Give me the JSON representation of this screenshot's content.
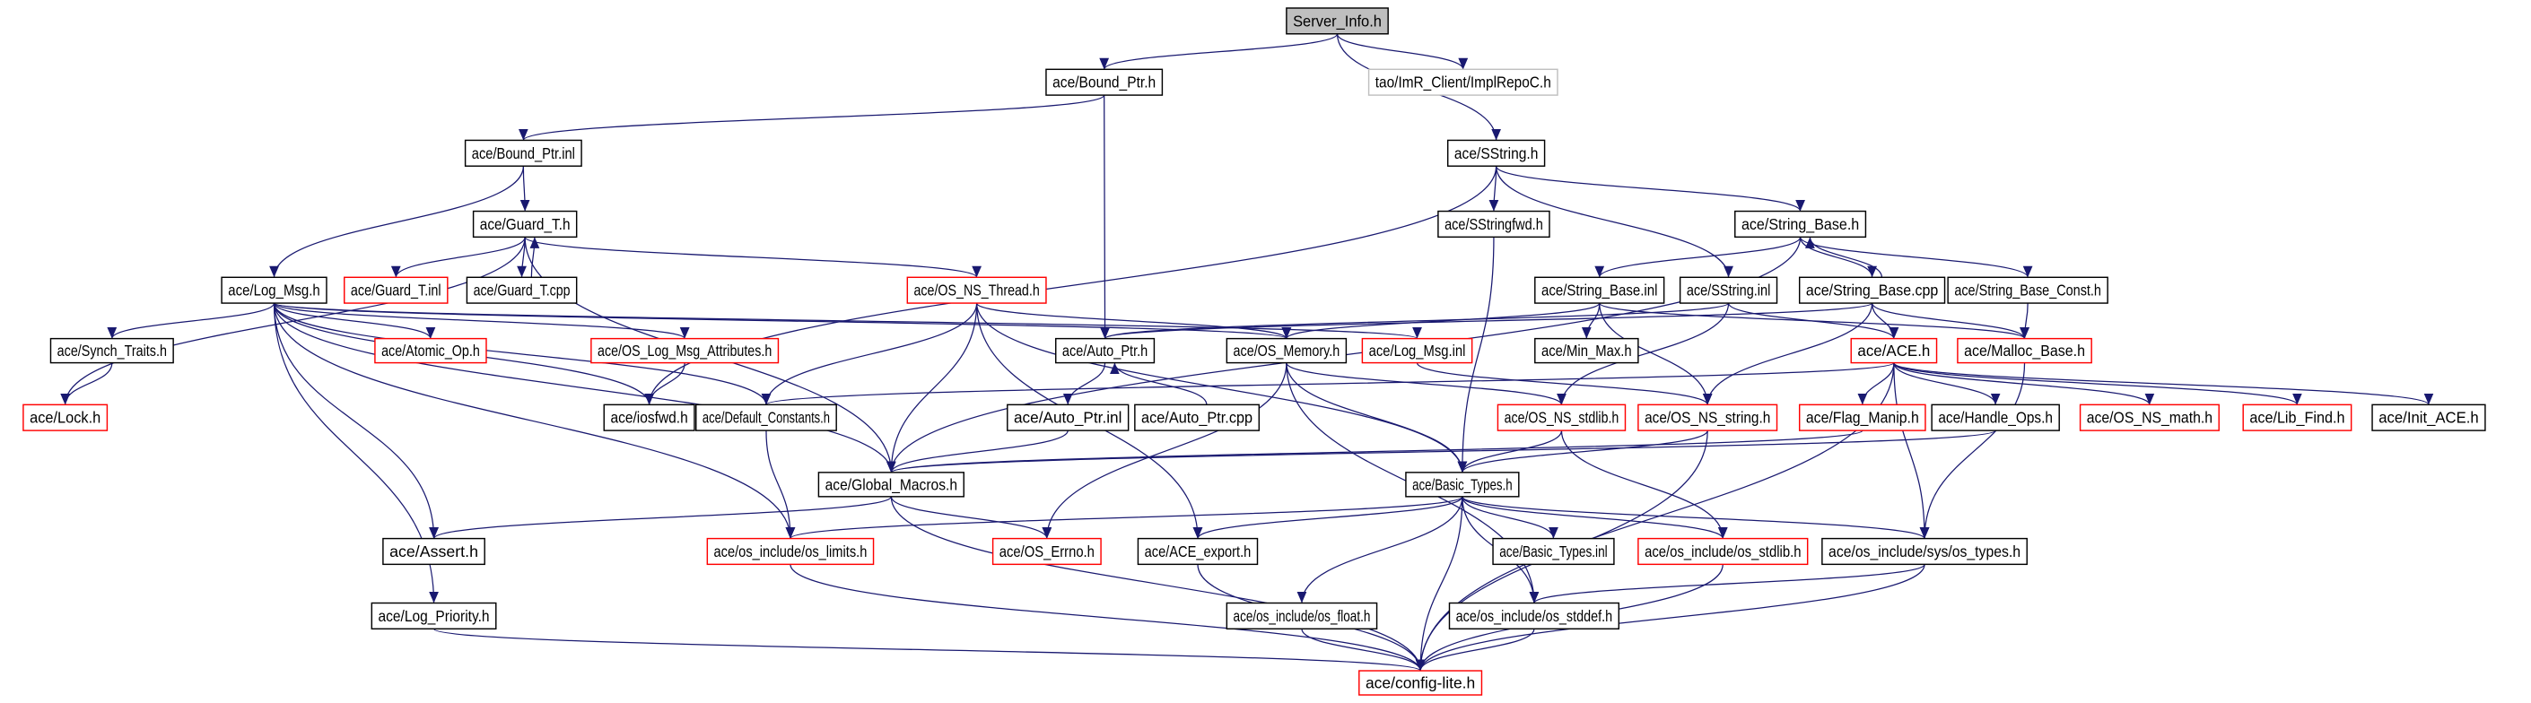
{
  "colors": {
    "edge": "#191970",
    "normal_border": "#000000",
    "undocumented_border": "#ff0000",
    "external_border": "#bfbfbf",
    "root_fill": "#bfbfbf"
  },
  "nodes": [
    {
      "id": "server_info",
      "label": "Server_Info.h",
      "kind": "root"
    },
    {
      "id": "bound_ptr_h",
      "label": "ace/Bound_Ptr.h",
      "kind": "normal"
    },
    {
      "id": "implrepoc",
      "label": "tao/ImR_Client/ImplRepoC.h",
      "kind": "external"
    },
    {
      "id": "bound_ptr_inl",
      "label": "ace/Bound_Ptr.inl",
      "kind": "normal"
    },
    {
      "id": "sstring_h",
      "label": "ace/SString.h",
      "kind": "normal"
    },
    {
      "id": "guard_t_h",
      "label": "ace/Guard_T.h",
      "kind": "normal"
    },
    {
      "id": "sstringfwd",
      "label": "ace/SStringfwd.h",
      "kind": "normal"
    },
    {
      "id": "string_base_h",
      "label": "ace/String_Base.h",
      "kind": "normal"
    },
    {
      "id": "log_msg_h",
      "label": "ace/Log_Msg.h",
      "kind": "normal"
    },
    {
      "id": "guard_t_inl",
      "label": "ace/Guard_T.inl",
      "kind": "red"
    },
    {
      "id": "guard_t_cpp",
      "label": "ace/Guard_T.cpp",
      "kind": "normal"
    },
    {
      "id": "os_ns_thread",
      "label": "ace/OS_NS_Thread.h",
      "kind": "red"
    },
    {
      "id": "string_base_inl",
      "label": "ace/String_Base.inl",
      "kind": "normal"
    },
    {
      "id": "sstring_inl",
      "label": "ace/SString.inl",
      "kind": "normal"
    },
    {
      "id": "string_base_cpp",
      "label": "ace/String_Base.cpp",
      "kind": "normal"
    },
    {
      "id": "string_base_const",
      "label": "ace/String_Base_Const.h",
      "kind": "normal"
    },
    {
      "id": "synch_traits",
      "label": "ace/Synch_Traits.h",
      "kind": "normal"
    },
    {
      "id": "atomic_op",
      "label": "ace/Atomic_Op.h",
      "kind": "red"
    },
    {
      "id": "os_log_msg_attr",
      "label": "ace/OS_Log_Msg_Attributes.h",
      "kind": "red"
    },
    {
      "id": "auto_ptr_h",
      "label": "ace/Auto_Ptr.h",
      "kind": "normal"
    },
    {
      "id": "os_memory",
      "label": "ace/OS_Memory.h",
      "kind": "normal"
    },
    {
      "id": "log_msg_inl",
      "label": "ace/Log_Msg.inl",
      "kind": "red"
    },
    {
      "id": "min_max",
      "label": "ace/Min_Max.h",
      "kind": "normal"
    },
    {
      "id": "ace_h",
      "label": "ace/ACE.h",
      "kind": "red"
    },
    {
      "id": "malloc_base",
      "label": "ace/Malloc_Base.h",
      "kind": "red"
    },
    {
      "id": "lock_h",
      "label": "ace/Lock.h",
      "kind": "red"
    },
    {
      "id": "iosfwd",
      "label": "ace/iosfwd.h",
      "kind": "normal"
    },
    {
      "id": "default_constants",
      "label": "ace/Default_Constants.h",
      "kind": "normal"
    },
    {
      "id": "auto_ptr_inl",
      "label": "ace/Auto_Ptr.inl",
      "kind": "normal"
    },
    {
      "id": "auto_ptr_cpp",
      "label": "ace/Auto_Ptr.cpp",
      "kind": "normal"
    },
    {
      "id": "os_ns_stdlib",
      "label": "ace/OS_NS_stdlib.h",
      "kind": "red"
    },
    {
      "id": "os_ns_string",
      "label": "ace/OS_NS_string.h",
      "kind": "red"
    },
    {
      "id": "flag_manip",
      "label": "ace/Flag_Manip.h",
      "kind": "red"
    },
    {
      "id": "handle_ops",
      "label": "ace/Handle_Ops.h",
      "kind": "normal"
    },
    {
      "id": "os_ns_math",
      "label": "ace/OS_NS_math.h",
      "kind": "red"
    },
    {
      "id": "lib_find",
      "label": "ace/Lib_Find.h",
      "kind": "red"
    },
    {
      "id": "init_ace",
      "label": "ace/Init_ACE.h",
      "kind": "normal"
    },
    {
      "id": "global_macros",
      "label": "ace/Global_Macros.h",
      "kind": "normal"
    },
    {
      "id": "basic_types_h",
      "label": "ace/Basic_Types.h",
      "kind": "normal"
    },
    {
      "id": "assert_h",
      "label": "ace/Assert.h",
      "kind": "normal"
    },
    {
      "id": "os_limits",
      "label": "ace/os_include/os_limits.h",
      "kind": "red"
    },
    {
      "id": "os_errno",
      "label": "ace/OS_Errno.h",
      "kind": "red"
    },
    {
      "id": "ace_export",
      "label": "ace/ACE_export.h",
      "kind": "normal"
    },
    {
      "id": "basic_types_inl",
      "label": "ace/Basic_Types.inl",
      "kind": "normal"
    },
    {
      "id": "os_stdlib",
      "label": "ace/os_include/os_stdlib.h",
      "kind": "red"
    },
    {
      "id": "os_types",
      "label": "ace/os_include/sys/os_types.h",
      "kind": "normal"
    },
    {
      "id": "log_priority",
      "label": "ace/Log_Priority.h",
      "kind": "normal"
    },
    {
      "id": "os_float",
      "label": "ace/os_include/os_float.h",
      "kind": "normal"
    },
    {
      "id": "os_stddef",
      "label": "ace/os_include/os_stddef.h",
      "kind": "normal"
    },
    {
      "id": "config_lite",
      "label": "ace/config-lite.h",
      "kind": "red"
    }
  ],
  "edges": [
    [
      "server_info",
      "bound_ptr_h"
    ],
    [
      "server_info",
      "implrepoc"
    ],
    [
      "server_info",
      "sstring_h"
    ],
    [
      "bound_ptr_h",
      "bound_ptr_inl"
    ],
    [
      "bound_ptr_h",
      "auto_ptr_h"
    ],
    [
      "bound_ptr_inl",
      "guard_t_h"
    ],
    [
      "bound_ptr_inl",
      "log_msg_h"
    ],
    [
      "sstring_h",
      "sstringfwd"
    ],
    [
      "sstring_h",
      "string_base_h"
    ],
    [
      "sstring_h",
      "sstring_inl"
    ],
    [
      "sstring_h",
      "iosfwd"
    ],
    [
      "sstringfwd",
      "basic_types_h"
    ],
    [
      "string_base_h",
      "string_base_inl"
    ],
    [
      "string_base_h",
      "string_base_cpp"
    ],
    [
      "string_base_h",
      "string_base_const"
    ],
    [
      "string_base_h",
      "global_macros"
    ],
    [
      "guard_t_h",
      "guard_t_inl"
    ],
    [
      "guard_t_h",
      "guard_t_cpp"
    ],
    [
      "guard_t_h",
      "lock_h"
    ],
    [
      "guard_t_h",
      "os_ns_thread"
    ],
    [
      "guard_t_h",
      "global_macros"
    ],
    [
      "guard_t_cpp",
      "guard_t_h"
    ],
    [
      "string_base_cpp",
      "string_base_h"
    ],
    [
      "string_base_cpp",
      "ace_h"
    ],
    [
      "string_base_cpp",
      "malloc_base"
    ],
    [
      "string_base_cpp",
      "os_ns_string"
    ],
    [
      "string_base_cpp",
      "auto_ptr_h"
    ],
    [
      "string_base_const",
      "malloc_base"
    ],
    [
      "log_msg_h",
      "synch_traits"
    ],
    [
      "log_msg_h",
      "atomic_op"
    ],
    [
      "log_msg_h",
      "os_log_msg_attr"
    ],
    [
      "log_msg_h",
      "log_msg_inl"
    ],
    [
      "log_msg_h",
      "default_constants"
    ],
    [
      "log_msg_h",
      "global_macros"
    ],
    [
      "log_msg_h",
      "assert_h"
    ],
    [
      "log_msg_h",
      "os_limits"
    ],
    [
      "log_msg_h",
      "log_priority"
    ],
    [
      "log_msg_h",
      "iosfwd"
    ],
    [
      "log_msg_h",
      "os_memory"
    ],
    [
      "synch_traits",
      "lock_h"
    ],
    [
      "os_ns_thread",
      "os_memory"
    ],
    [
      "os_ns_thread",
      "default_constants"
    ],
    [
      "os_ns_thread",
      "global_macros"
    ],
    [
      "os_ns_thread",
      "ace_export"
    ],
    [
      "os_ns_thread",
      "basic_types_h"
    ],
    [
      "os_log_msg_attr",
      "iosfwd"
    ],
    [
      "auto_ptr_h",
      "auto_ptr_inl"
    ],
    [
      "auto_ptr_cpp",
      "auto_ptr_h"
    ],
    [
      "auto_ptr_inl",
      "global_macros"
    ],
    [
      "os_memory",
      "os_ns_stdlib"
    ],
    [
      "os_memory",
      "basic_types_h"
    ],
    [
      "os_memory",
      "os_errno"
    ],
    [
      "os_memory",
      "os_stddef"
    ],
    [
      "log_msg_inl",
      "os_ns_string"
    ],
    [
      "string_base_inl",
      "min_max"
    ],
    [
      "string_base_inl",
      "os_ns_string"
    ],
    [
      "string_base_inl",
      "malloc_base"
    ],
    [
      "string_base_inl",
      "os_memory"
    ],
    [
      "sstring_inl",
      "ace_h"
    ],
    [
      "sstring_inl",
      "os_ns_stdlib"
    ],
    [
      "sstring_inl",
      "auto_ptr_h"
    ],
    [
      "ace_h",
      "flag_manip"
    ],
    [
      "ace_h",
      "handle_ops"
    ],
    [
      "ace_h",
      "os_ns_math"
    ],
    [
      "ace_h",
      "lib_find"
    ],
    [
      "ace_h",
      "init_ace"
    ],
    [
      "ace_h",
      "default_constants"
    ],
    [
      "ace_h",
      "os_types"
    ],
    [
      "ace_h",
      "config_lite"
    ],
    [
      "malloc_base",
      "os_types"
    ],
    [
      "default_constants",
      "os_limits"
    ],
    [
      "os_ns_stdlib",
      "basic_types_h"
    ],
    [
      "os_ns_stdlib",
      "os_stdlib"
    ],
    [
      "os_ns_string",
      "basic_types_h"
    ],
    [
      "os_ns_string",
      "config_lite"
    ],
    [
      "flag_manip",
      "global_macros"
    ],
    [
      "handle_ops",
      "global_macros"
    ],
    [
      "global_macros",
      "assert_h"
    ],
    [
      "global_macros",
      "os_errno"
    ],
    [
      "global_macros",
      "config_lite"
    ],
    [
      "basic_types_h",
      "os_limits"
    ],
    [
      "basic_types_h",
      "ace_export"
    ],
    [
      "basic_types_h",
      "basic_types_inl"
    ],
    [
      "basic_types_h",
      "os_stdlib"
    ],
    [
      "basic_types_h",
      "os_types"
    ],
    [
      "basic_types_h",
      "os_float"
    ],
    [
      "basic_types_h",
      "os_stddef"
    ],
    [
      "basic_types_h",
      "config_lite"
    ],
    [
      "os_limits",
      "config_lite"
    ],
    [
      "ace_export",
      "config_lite"
    ],
    [
      "os_float",
      "config_lite"
    ],
    [
      "os_stddef",
      "config_lite"
    ],
    [
      "os_stdlib",
      "config_lite"
    ],
    [
      "os_types",
      "os_stddef"
    ],
    [
      "os_types",
      "config_lite"
    ],
    [
      "log_priority",
      "config_lite"
    ]
  ]
}
